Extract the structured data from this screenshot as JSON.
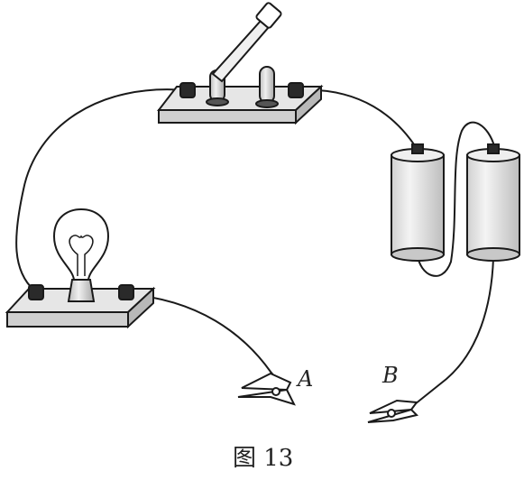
{
  "diagram": {
    "labels": {
      "clip_a": "A",
      "clip_b": "B"
    },
    "caption": "图 13",
    "components": [
      "switch",
      "battery-left",
      "battery-right",
      "lamp",
      "clip-a",
      "clip-b"
    ],
    "colors": {
      "line": "#1a1a1a",
      "board": "#e6e6e6",
      "battery_body": "#e8e8e8",
      "terminal": "#2a2a2a"
    }
  }
}
